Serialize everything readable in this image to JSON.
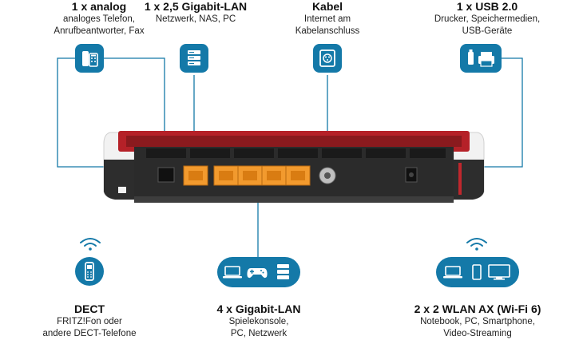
{
  "ports": {
    "analog": {
      "title": "1 x analog",
      "lines": [
        "analoges Telefon,",
        "Anrufbeantworter, Fax"
      ],
      "icon": "phone-icon"
    },
    "lan25": {
      "title": "1 x 2,5 Gigabit-LAN",
      "lines": [
        "Netzwerk, NAS, PC"
      ],
      "icon": "server-icon"
    },
    "cable": {
      "title": "Kabel",
      "lines": [
        "Internet am",
        "Kabelanschluss"
      ],
      "icon": "cable-socket-icon"
    },
    "usb": {
      "title": "1 x USB 2.0",
      "lines": [
        "Drucker, Speichermedien,",
        "USB-Geräte"
      ],
      "icon": "usb-printer-icon"
    },
    "dect": {
      "title": "DECT",
      "lines": [
        "FRITZ!Fon oder",
        "andere DECT-Telefone"
      ],
      "icon": "cordless-phone-icon"
    },
    "lan4": {
      "title": "4 x Gigabit-LAN",
      "lines": [
        "Spielekonsole,",
        "PC, Netzwerk"
      ],
      "icon": "laptop-gamepad-server-icon"
    },
    "wlan": {
      "title": "2 x 2 WLAN AX (Wi-Fi 6)",
      "lines": [
        "Notebook, PC, Smartphone,",
        "Video-Streaming"
      ],
      "icon": "laptop-phone-monitor-icon"
    }
  },
  "colors": {
    "accent": "#1479a8",
    "router_red": "#c0272d",
    "port_orange": "#f29a2e",
    "router_body": "#2b2b2b"
  }
}
